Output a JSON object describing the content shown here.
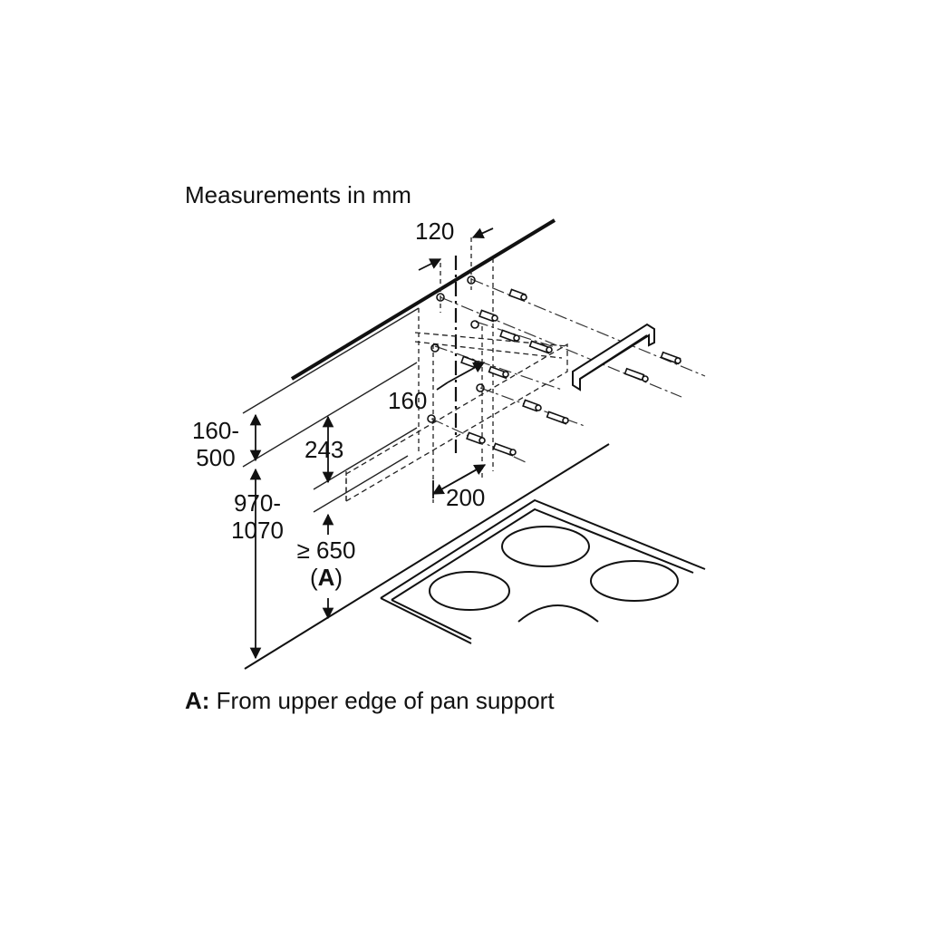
{
  "diagram": {
    "heading": "Measurements in mm",
    "dimensions": {
      "d120": "120",
      "d160": "160",
      "d200": "200",
      "d243": "243",
      "d160_500_line1": "160-",
      "d160_500_line2": "500",
      "d970_1070_line1": "970-",
      "d970_1070_line2": "1070",
      "d650": "≥ 650",
      "d650_ref_open": "(",
      "d650_ref_key": "A",
      "d650_ref_close": ")"
    },
    "footnote": {
      "key": "A:",
      "text": " From upper edge of pan support"
    }
  }
}
